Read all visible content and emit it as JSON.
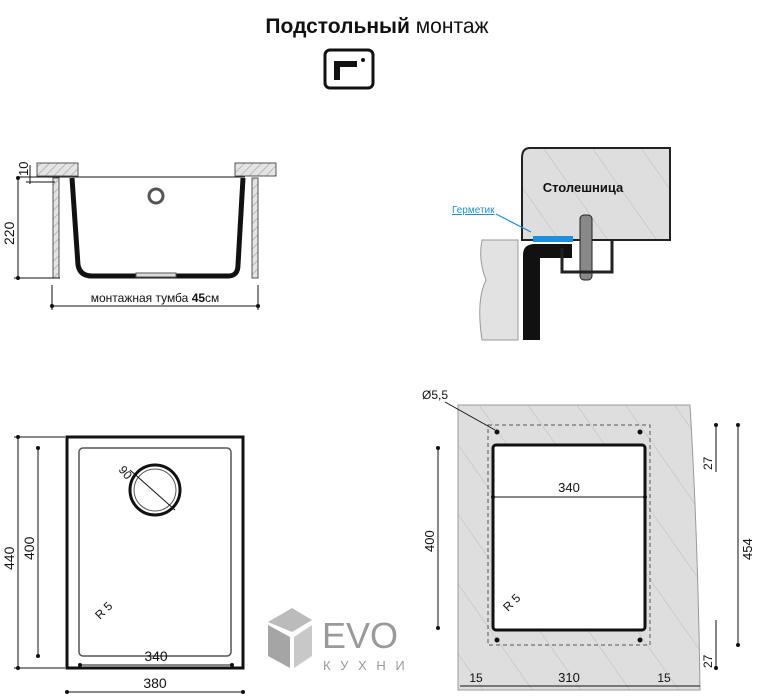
{
  "header": {
    "title_bold": "Подстольный",
    "title_regular": "монтаж"
  },
  "side_view": {
    "dim_top": "10",
    "dim_height": "220",
    "cabinet_label": "монтажная тумба",
    "cabinet_size": "45",
    "cabinet_unit": "см"
  },
  "detail_view": {
    "countertop": "Столешница",
    "sealant": "Герметик",
    "sealant_color": "#1e8fd8"
  },
  "top_view": {
    "drain": "90",
    "height_outer": "440",
    "height_inner": "400",
    "radius": "R 5",
    "width_inner": "340",
    "width_outer": "380"
  },
  "cutout_view": {
    "hole": "Ø5,5",
    "width": "340",
    "height": "400",
    "radius": "R 5",
    "total_height": "454",
    "offset_top": "27",
    "offset_bottom": "27",
    "offset_left": "15",
    "spacing": "310",
    "offset_right": "15"
  },
  "watermark": {
    "brand": "EVO",
    "sub": "К У Х Н И"
  }
}
